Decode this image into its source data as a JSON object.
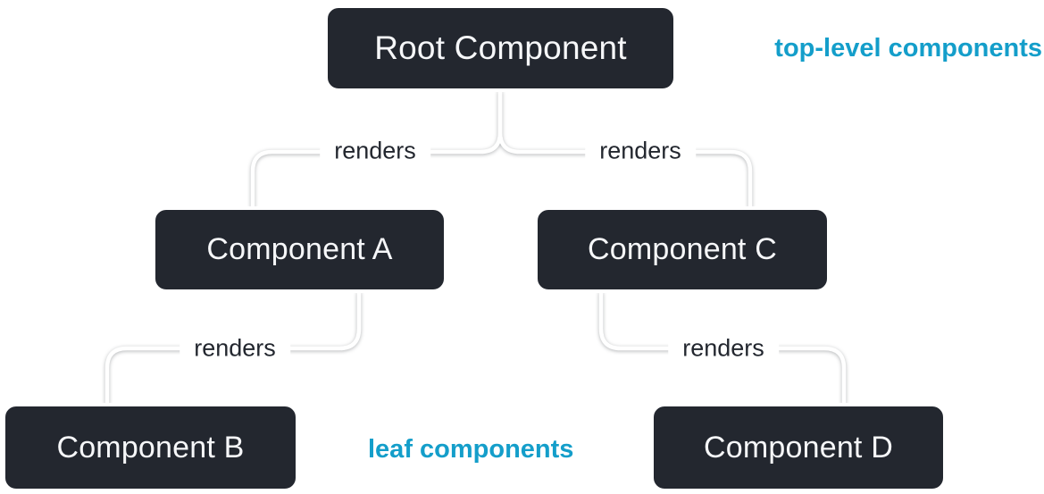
{
  "diagram": {
    "type": "tree",
    "description": "React component render tree",
    "nodes": [
      {
        "id": "root",
        "label": "Root Component"
      },
      {
        "id": "a",
        "label": "Component A"
      },
      {
        "id": "c",
        "label": "Component C"
      },
      {
        "id": "b",
        "label": "Component B"
      },
      {
        "id": "d",
        "label": "Component D"
      }
    ],
    "edges": [
      {
        "from": "root",
        "to": "a",
        "label": "renders"
      },
      {
        "from": "root",
        "to": "c",
        "label": "renders"
      },
      {
        "from": "a",
        "to": "b",
        "label": "renders"
      },
      {
        "from": "c",
        "to": "d",
        "label": "renders"
      }
    ],
    "annotations": [
      {
        "id": "top-level",
        "text": "top-level components"
      },
      {
        "id": "leaf",
        "text": "leaf components"
      }
    ],
    "colors": {
      "node_fill": "#23272F",
      "node_border": "#FFFFFF",
      "node_text": "#F6F7F9",
      "edge_line": "#FFFFFF",
      "edge_label_text": "#23272F",
      "annotation_text": "#149ECA",
      "background": "#FFFFFF"
    }
  }
}
